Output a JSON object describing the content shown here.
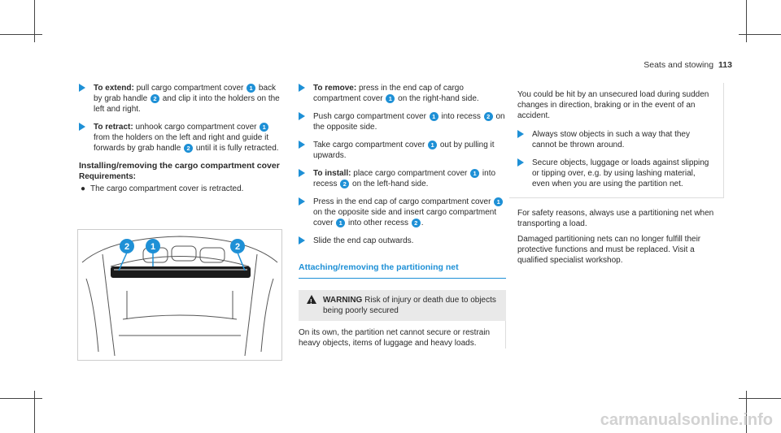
{
  "header": {
    "section": "Seats and stowing",
    "page": "113"
  },
  "col1": {
    "extend": {
      "label": "To extend:",
      "text1": "pull cargo compartment cover",
      "n1": "1",
      "text2": "back by grab handle",
      "n2": "2",
      "text3": "and clip it into the holders on the left and right."
    },
    "retract": {
      "label": "To retract:",
      "text1": "unhook cargo compartment cover",
      "n1": "1",
      "text2": "from the holders on the left and right and guide it forwards by grab handle",
      "n2": "2",
      "text3": "until it is fully retracted."
    },
    "heading": "Installing/removing the cargo compartment cover",
    "req_label": "Requirements:",
    "req_item": "The cargo compartment cover is retracted."
  },
  "figure": {
    "labels": [
      "2",
      "1",
      "2"
    ]
  },
  "col2": {
    "remove": {
      "label": "To remove:",
      "text1": "press in the end cap of cargo compartment cover",
      "n1": "1",
      "text2": "on the right-hand side."
    },
    "push": {
      "text1": "Push cargo compartment cover",
      "n1": "1",
      "text2": "into recess",
      "n2": "2",
      "text3": "on the opposite side."
    },
    "take": {
      "text1": "Take cargo compartment cover",
      "n1": "1",
      "text2": "out by pulling it upwards."
    },
    "install": {
      "label": "To install:",
      "text1": "place cargo compartment cover",
      "n1": "1",
      "text2": "into recess",
      "n2": "2",
      "text3": "on the left-hand side."
    },
    "press": {
      "text1": "Press in the end cap of cargo compartment cover",
      "n1": "1",
      "text2": "on the opposite side and insert cargo compartment cover",
      "n2": "1",
      "text3": "into other recess",
      "n3": "2",
      "text4": "."
    },
    "slide": "Slide the end cap outwards.",
    "section_title": "Attaching/removing the partitioning net",
    "warning": {
      "label": "WARNING",
      "text": "Risk of injury or death due to objects being poorly secured"
    },
    "warning_body": "On its own, the partition net cannot secure or restrain heavy objects, items of luggage and heavy loads."
  },
  "col3": {
    "box_text": "You could be hit by an unsecured load during sudden changes in direction, braking or in the event of an accident.",
    "box_step1": "Always stow objects in such a way that they cannot be thrown around.",
    "box_step2": "Secure objects, luggage or loads against slipping or tipping over, e.g. by using lashing material, even when you are using the partition net.",
    "p1": "For safety reasons, always use a partitioning net when transporting a load.",
    "p2": "Damaged partitioning nets can no longer fulfill their protective functions and must be replaced. Visit a qualified specialist workshop."
  },
  "watermark": "carmanualsonline.info",
  "colors": {
    "accent": "#1e90d6"
  }
}
